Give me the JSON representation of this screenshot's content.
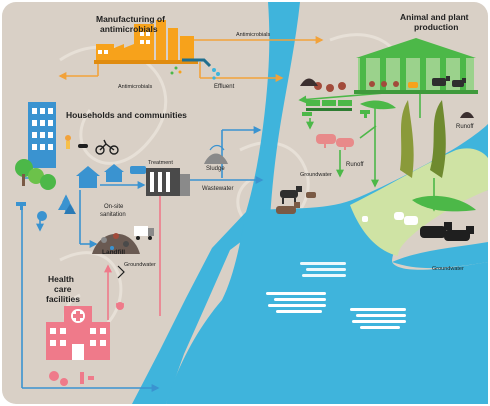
{
  "colors": {
    "land": "#d9d0c6",
    "water": "#3fb4dc",
    "arrow_orange": "#f2a23a",
    "arrow_blue": "#3a93d0",
    "arrow_green": "#4cb848",
    "arrow_pink": "#ef7a8a",
    "factory": "#f7a21b",
    "hospital": "#ef7a8a",
    "building_blue": "#3a93d0",
    "farm_green": "#4cb848"
  },
  "labels": {
    "manufacturing_line1": "Manufacturing of",
    "manufacturing_line2": "antimicrobials",
    "antimicrobials_top": "Antimicrobials",
    "antimicrobials_left": "Antimicrobials",
    "effluent": "Effluent",
    "animal_line1": "Animal and plant",
    "animal_line2": "production",
    "households": "Households and communities",
    "treatment": "Treatment",
    "sludge": "Sludge",
    "wastewater": "Wastewater",
    "onsite_line1": "On-site",
    "onsite_line2": "sanitation",
    "landfill": "Landfill",
    "groundwater_landfill": "Groundwater",
    "groundwater_farm": "Groundwater",
    "groundwater_right": "Groundwater",
    "runoff_farm": "Runoff",
    "runoff_right": "Runoff",
    "health_line1": "Health",
    "health_line2": "care",
    "health_line3": "facilities"
  },
  "icons": [
    "factory-icon",
    "greenhouse-icon",
    "office-building-icon",
    "house-icon",
    "tree-icon",
    "bicycle-icon",
    "truck-icon",
    "treatment-plant-icon",
    "hospital-icon",
    "cow-icon",
    "goat-icon",
    "pig-icon",
    "chicken-icon",
    "fish-school-icon",
    "tap-icon",
    "trash-pile-icon"
  ]
}
